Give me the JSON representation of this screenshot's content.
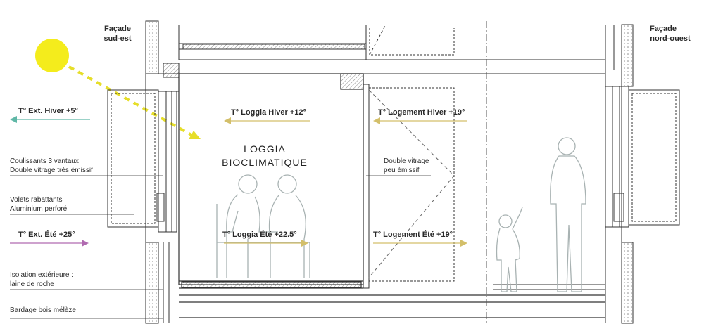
{
  "colors": {
    "sun": "#f4ec1c",
    "winter_outdoor_arrow": "#5fb7a6",
    "summer_outdoor_arrow": "#b06ab0",
    "interior_arrow": "#d3bf6a",
    "figure_outline": "#a8b2b2",
    "line": "#333333",
    "hatch": "#8a8a8a"
  },
  "headers": {
    "facade_left_line1": "Façade",
    "facade_left_line2": "sud-est",
    "facade_right_line1": "Façade",
    "facade_right_line2": "nord-ouest"
  },
  "title": {
    "line1": "LOGGIA",
    "line2": "BIOCLIMATIQUE"
  },
  "temperatures": {
    "ext_winter": "T° Ext. Hiver +5°",
    "ext_summer": "T° Ext. Été +25°",
    "loggia_winter": "T° Loggia Hiver +12°",
    "loggia_summer": "T° Loggia Été +22.5°",
    "housing_winter": "T° Logement Hiver +19°",
    "housing_summer": "T° Logement Été +19°"
  },
  "annotations": {
    "sliding_line1": "Coulissants 3 vantaux",
    "sliding_line2": "Double vitrage très émissif",
    "shutters_line1": "Volets rabattants",
    "shutters_line2": "Aluminium perforé",
    "insulation_line1": "Isolation extérieure :",
    "insulation_line2": "laine de roche",
    "cladding": "Bardage bois mélèze",
    "glazing_line1": "Double vitrage",
    "glazing_line2": "peu émissif"
  },
  "icons": {
    "sun": "sun-icon",
    "adults": "seated-people-icon",
    "man": "standing-man-icon",
    "child": "child-icon"
  }
}
